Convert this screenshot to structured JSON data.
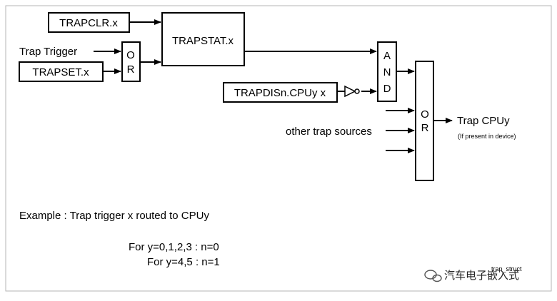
{
  "blocks": {
    "trapclr": "TRAPCLR.x",
    "trapstat": "TRAPSTAT.x",
    "trapset": "TRAPSET.x",
    "trapdis": "TRAPDISn.CPUy x"
  },
  "inputs": {
    "trap_trigger": "Trap Trigger",
    "other_sources": "other trap sources"
  },
  "gates": {
    "or1": [
      "O",
      "R"
    ],
    "and": [
      "A",
      "N",
      "D"
    ],
    "or2": [
      "O",
      "R"
    ]
  },
  "output": {
    "label": "Trap CPUy",
    "note": "(If present in device)"
  },
  "example": {
    "title": "Example : Trap trigger x routed to CPUy",
    "line1": "For y=0,1,2,3 : n=0",
    "line2": "For y=4,5 : n=1"
  },
  "corner_tag": "trap_struct",
  "watermark": "汽车电子嵌入式"
}
